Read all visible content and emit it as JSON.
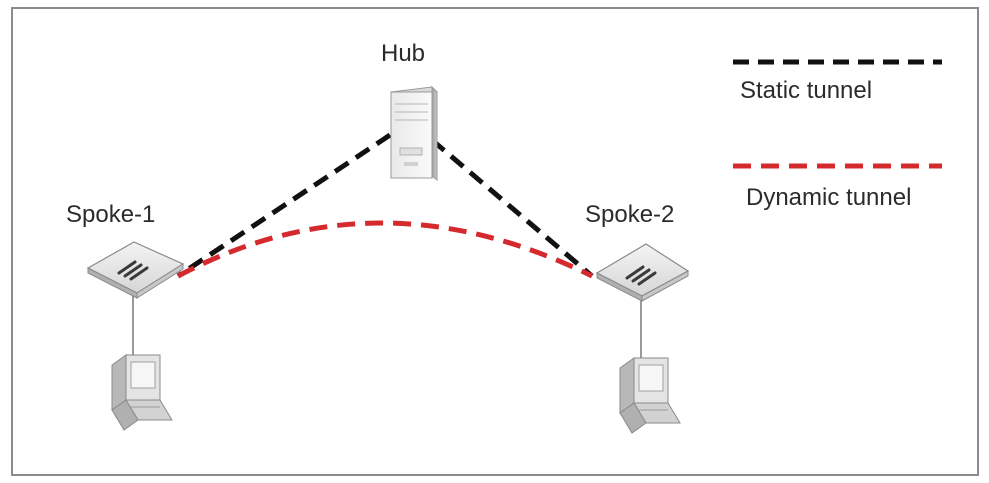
{
  "nodes": {
    "hub": {
      "label": "Hub"
    },
    "spoke1": {
      "label": "Spoke-1"
    },
    "spoke2": {
      "label": "Spoke-2"
    }
  },
  "legend": {
    "static": {
      "label": "Static tunnel",
      "color": "#111111"
    },
    "dynamic": {
      "label": "Dynamic tunnel",
      "color": "#d42a2e"
    }
  },
  "links": [
    {
      "from": "hub",
      "to": "spoke1",
      "type": "static"
    },
    {
      "from": "hub",
      "to": "spoke2",
      "type": "static"
    },
    {
      "from": "spoke1",
      "to": "spoke2",
      "type": "dynamic"
    }
  ]
}
